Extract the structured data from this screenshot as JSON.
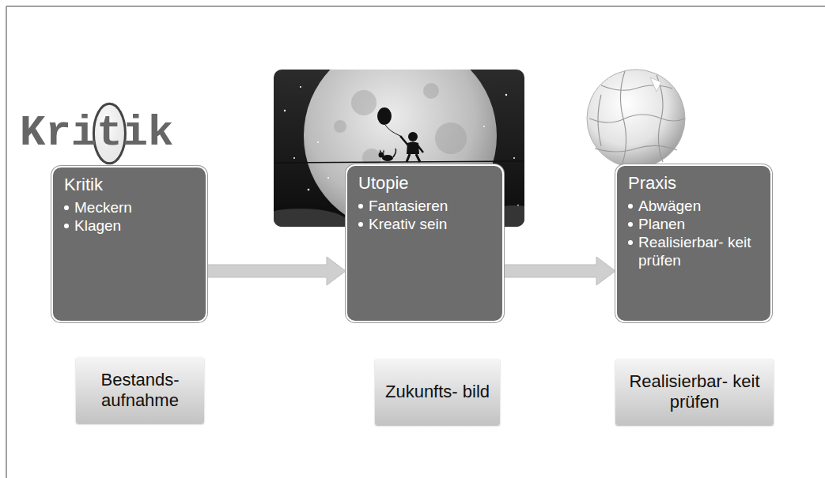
{
  "diagram": {
    "nodes": [
      {
        "text": [
          "Kritik",
          "Meckern",
          "Klagen"
        ]
      },
      {
        "text": [
          "Utopie",
          "Fantasieren",
          "Kreativ sein"
        ]
      },
      {
        "text": [
          "Praxis",
          "Abwägen",
          "Planen",
          "Realisierbar- keit prüfen"
        ]
      },
      {
        "text": [
          "Bestands- aufnahme"
        ]
      },
      {
        "text": [
          "Zukunfts- bild"
        ]
      },
      {
        "text": [
          "Realisierbar- keit prüfen"
        ]
      }
    ],
    "edges": [
      {
        "from": 0,
        "to": 1,
        "arrow": "to"
      },
      {
        "from": 1,
        "to": 2,
        "arrow": "to"
      }
    ],
    "labels": [
      "Kritik"
    ]
  }
}
